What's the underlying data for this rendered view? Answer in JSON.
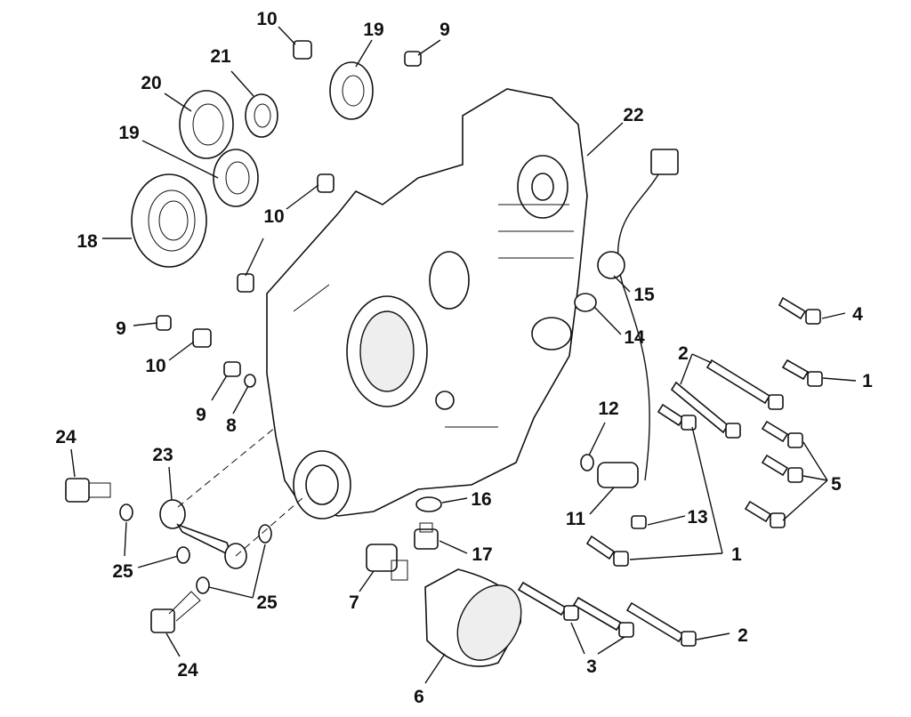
{
  "diagram": {
    "type": "exploded-parts-diagram",
    "callouts": [
      "10",
      "19",
      "9",
      "21",
      "20",
      "22",
      "19",
      "10",
      "18",
      "15",
      "4",
      "9",
      "14",
      "10",
      "2",
      "1",
      "9",
      "8",
      "12",
      "24",
      "23",
      "5",
      "16",
      "11",
      "13",
      "1",
      "17",
      "25",
      "25",
      "7",
      "2",
      "3",
      "24",
      "6"
    ]
  }
}
